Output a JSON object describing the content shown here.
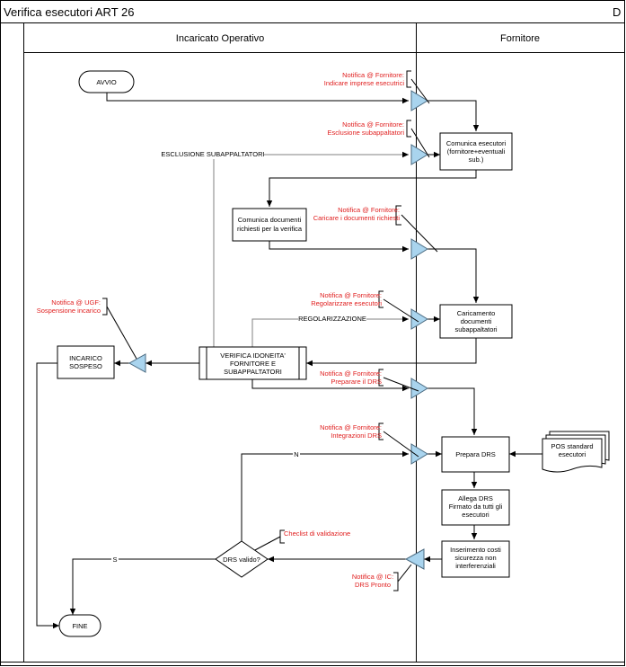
{
  "header": {
    "title": "Verifica esecutori ART 26",
    "corner": "D"
  },
  "lanes": {
    "left": "Incaricato Operativo",
    "right": "Fornitore"
  },
  "nodes": {
    "avvio": "AVVIO",
    "comunica_esecutori": [
      "Comunica esecutori",
      "(fornitore+eventuali",
      "sub.)"
    ],
    "comunica_documenti": [
      "Comunica documenti",
      "richiesti per la verifica"
    ],
    "caricamento": [
      "Caricamento",
      "documenti",
      "subappaltatori"
    ],
    "verifica": [
      "VERIFICA IDONEITA'",
      "FORNITORE E",
      "SUBAPPALTATORI"
    ],
    "incarico_sospeso": [
      "INCARICO",
      "SOSPESO"
    ],
    "prepara_drs": "Prepara DRS",
    "pos_standard": [
      "POS standard",
      "esecutori"
    ],
    "allega_drs": [
      "Allega DRS",
      "Firmato da tutti gli",
      "esecutori"
    ],
    "inserimento_costi": [
      "Inserimento costi",
      "sicurezza non",
      "interferenziali"
    ],
    "drs_valido": "DRS valido?",
    "fine": "FINE"
  },
  "edge_labels": {
    "esclusione": "ESCLUSIONE SUBAPPALTATORI",
    "regolarizzazione": "REGOLARIZZAZIONE",
    "no": "N",
    "yes": "S"
  },
  "notes": {
    "n1": [
      "Notifica @ Fornitore:",
      "Indicare imprese esecutrici"
    ],
    "n2": [
      "Notifica @ Fornitore:",
      "Esclusione subappaltatori"
    ],
    "n3": [
      "Notifica @ Fornitore:",
      "Caricare i documenti richiesti"
    ],
    "n4": [
      "Notifica @ Fornitore:",
      "Regolarizzare esecutori"
    ],
    "n5": [
      "Notifica @ UGF:",
      "Sospensione incarico"
    ],
    "n6": [
      "Notifica @ Fornitore:",
      "Preparare il DRS"
    ],
    "n7": [
      "Notifica @ Fornitore:",
      "Integrazioni DRS"
    ],
    "n8": [
      "Checlist di validazione"
    ],
    "n9": [
      "Notifica @ IC:",
      "DRS Pronto"
    ]
  },
  "colors": {
    "note_text": "#e02020",
    "merge_fill": "#a9d4ee"
  }
}
